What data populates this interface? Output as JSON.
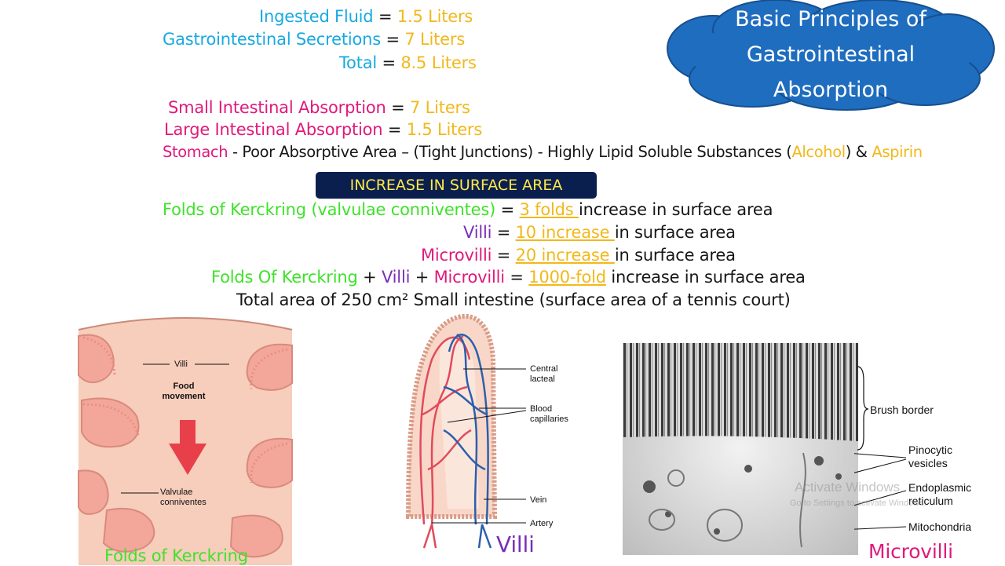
{
  "cloud": {
    "line1": "Basic Principles of",
    "line2": "Gastrointestinal",
    "line3": "Absorption"
  },
  "fluid": {
    "ingested_label": "Ingested Fluid",
    "ingested_value": "1.5 Liters",
    "secretions_label": "Gastrointestinal Secretions",
    "secretions_value": "7 Liters",
    "total_label": "Total",
    "total_value": "8.5 Liters"
  },
  "absorption": {
    "small_label": "Small Intestinal Absorption",
    "small_value": "7 Liters",
    "large_label": "Large Intestinal Absorption",
    "large_value": "1.5 Liters",
    "stomach_label": "Stomach",
    "stomach_text_1": " - Poor Absorptive Area – (Tight Junctions) - Highly Lipid Soluble Substances (",
    "alcohol": "Alcohol",
    "stomach_text_2": ") & ",
    "aspirin": "Aspirin"
  },
  "banner": "INCREASE IN SURFACE AREA",
  "surface": {
    "folds_label": "Folds of Kerckring (valvulae conniventes)",
    "folds_value": "3 folds ",
    "folds_rest": "increase in surface area",
    "villi_label": "Villi",
    "villi_value": "10 increase ",
    "villi_rest": "in surface area",
    "microvilli_label": "Microvilli",
    "microvilli_value": "20 increase ",
    "microvilli_rest": "in surface area",
    "combo_folds": "Folds Of Kerckring",
    "combo_villi": "Villi",
    "combo_microvilli": "Microvilli",
    "combo_value": "1000-fold",
    "combo_rest": " increase in surface area",
    "total_area": "Total area of 250 cm² Small intestine (surface area of a tennis court)"
  },
  "figures": {
    "folds": {
      "villi": "Villi",
      "food_movement": "Food movement",
      "valvulae": "Valvulae conniventes",
      "caption": "Folds of Kerckring"
    },
    "villi": {
      "central_lacteal": "Central lacteal",
      "blood_capillaries": "Blood capillaries",
      "vein": "Vein",
      "artery": "Artery",
      "caption": "Villi"
    },
    "microvilli": {
      "brush_border": "Brush border",
      "pinocytic": "Pinocytic vesicles",
      "endoplasmic": "Endoplasmic reticulum",
      "mitochondria": "Mitochondria",
      "caption": "Microvilli"
    }
  },
  "watermark": {
    "line1": "Activate Windows",
    "line2": "Go to Settings to activate Windows."
  }
}
